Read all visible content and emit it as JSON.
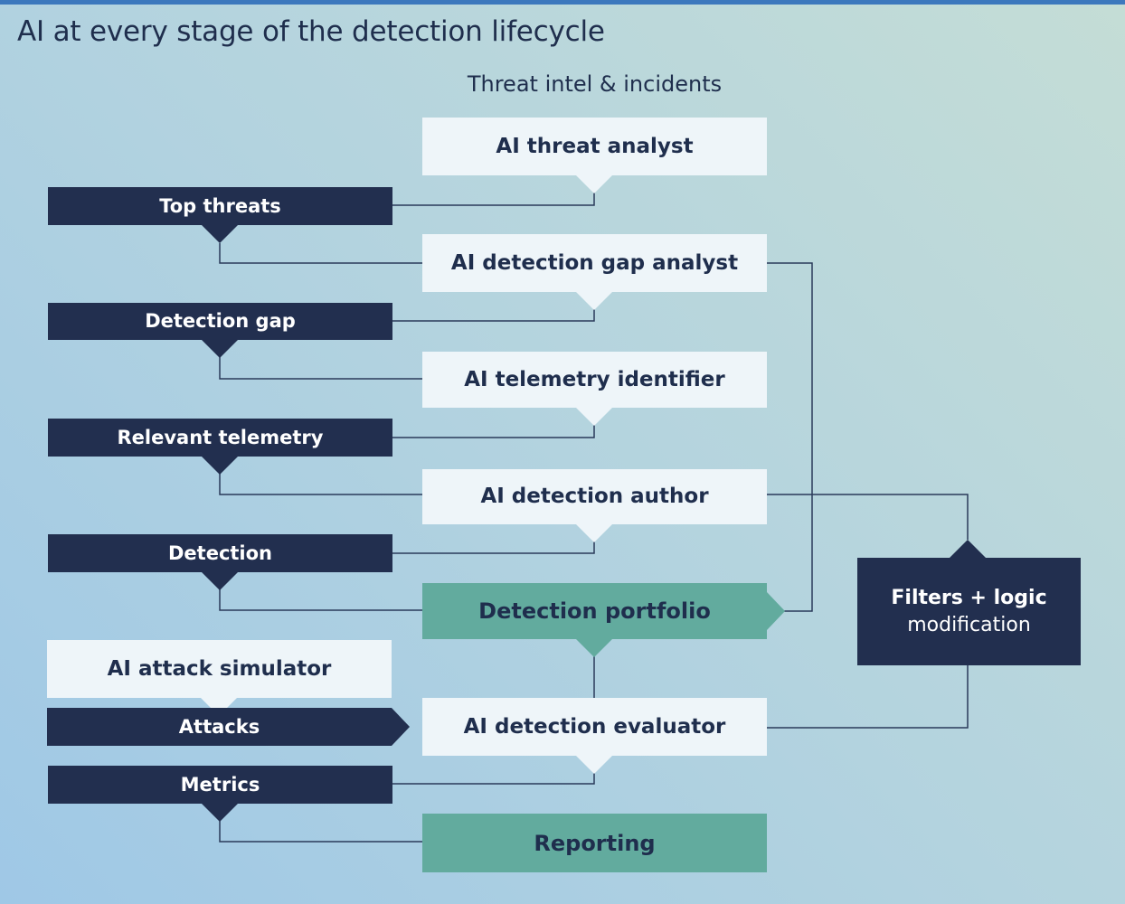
{
  "title": "AI at every stage of the detection lifecycle",
  "source_label": "Threat intel & incidents",
  "nodes": {
    "threat_analyst": "AI threat analyst",
    "top_threats": "Top threats",
    "gap_analyst": "AI detection gap analyst",
    "detection_gap": "Detection gap",
    "telemetry_identifier": "AI telemetry identifier",
    "relevant_telemetry": "Relevant telemetry",
    "detection_author": "AI detection author",
    "detection": "Detection",
    "portfolio": "Detection portfolio",
    "attack_simulator": "AI attack simulator",
    "attacks": "Attacks",
    "evaluator": "AI detection evaluator",
    "metrics": "Metrics",
    "reporting": "Reporting",
    "filters_line1": "Filters + logic",
    "filters_line2": "modification"
  },
  "colors": {
    "ai_step": "#eef5f9",
    "artifact": "#222f4f",
    "outcome": "#62ab9e",
    "text_dark": "#1f2e4d",
    "header_bar": "#3c78bd"
  }
}
